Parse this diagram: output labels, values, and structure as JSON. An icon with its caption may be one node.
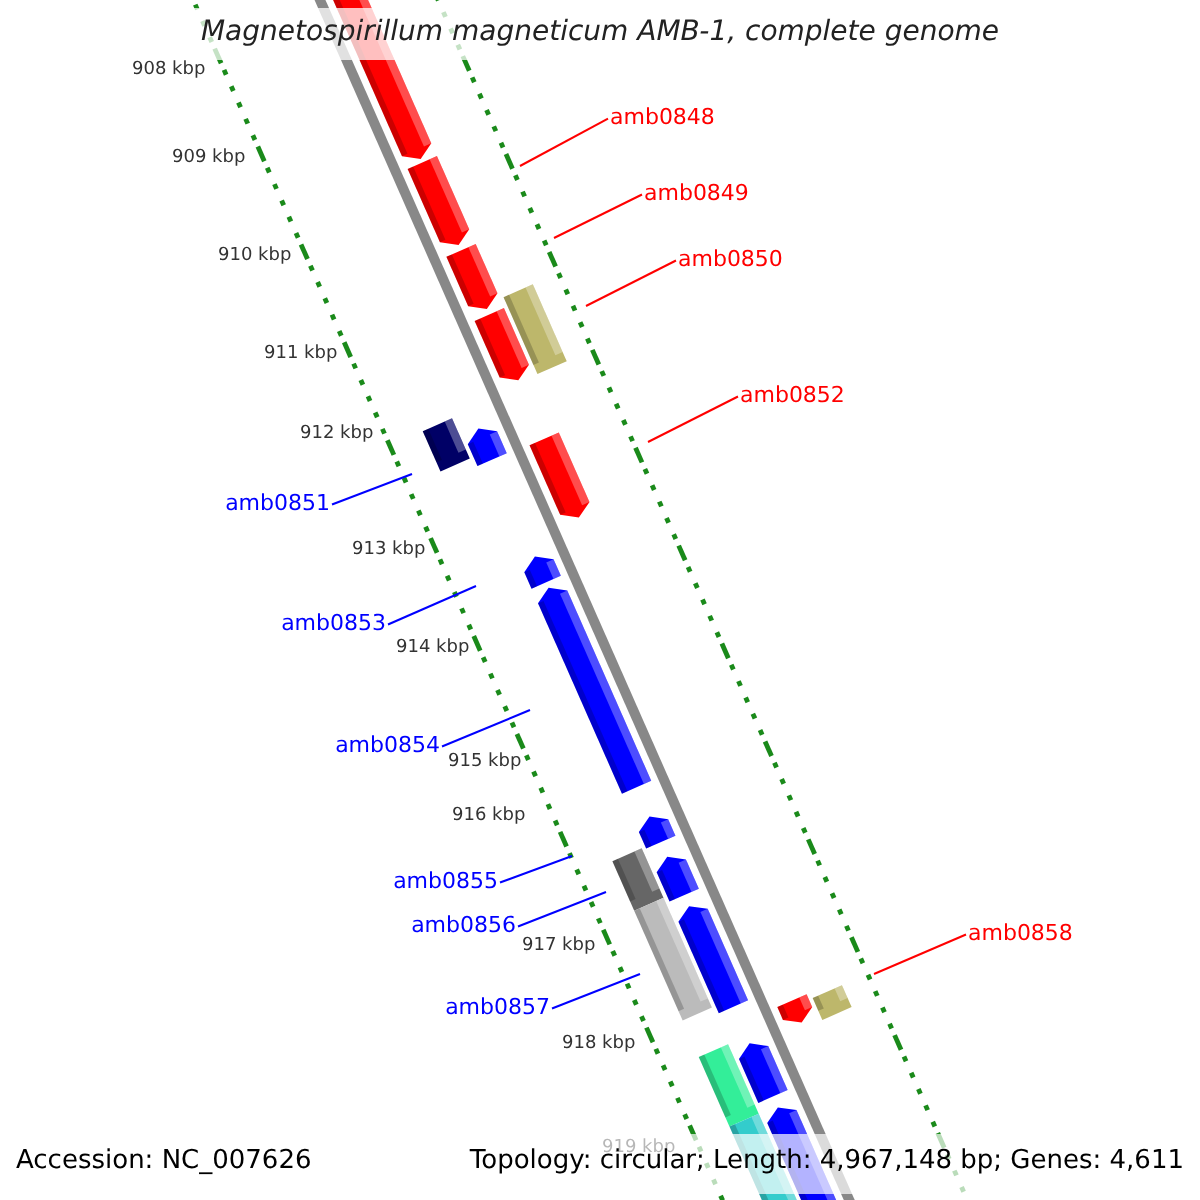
{
  "diagram": {
    "title": "Magnetospirillum magneticum AMB-1, complete genome",
    "nodes": [
      {
        "text": [
          "amb0848"
        ]
      },
      {
        "text": [
          "amb0849"
        ]
      },
      {
        "text": [
          "amb0850"
        ]
      },
      {
        "text": [
          "amb0852"
        ]
      },
      {
        "text": [
          "amb0851"
        ]
      },
      {
        "text": [
          "amb0853"
        ]
      },
      {
        "text": [
          "amb0854"
        ]
      },
      {
        "text": [
          "amb0855"
        ]
      },
      {
        "text": [
          "amb0856"
        ]
      },
      {
        "text": [
          "amb0858"
        ]
      },
      {
        "text": [
          "amb0857"
        ]
      }
    ],
    "edges": [
      {
        "from": 0,
        "to": null,
        "arrow": "none",
        "color": "#ff0000"
      },
      {
        "from": 1,
        "to": null,
        "arrow": "none",
        "color": "#ff0000"
      },
      {
        "from": 2,
        "to": null,
        "arrow": "none",
        "color": "#ff0000"
      },
      {
        "from": 3,
        "to": null,
        "arrow": "none",
        "color": "#ff0000"
      },
      {
        "from": 4,
        "to": null,
        "arrow": "none"
      },
      {
        "from": 5,
        "to": null,
        "arrow": "none"
      },
      {
        "from": 6,
        "to": null,
        "arrow": "none"
      },
      {
        "from": 7,
        "to": null,
        "arrow": "none"
      },
      {
        "from": 8,
        "to": null,
        "arrow": "none"
      },
      {
        "from": 9,
        "to": null,
        "arrow": "none",
        "color": "#ff0000"
      },
      {
        "from": 10,
        "to": null,
        "arrow": "none"
      }
    ],
    "labels": [
      "908 kbp",
      "909 kbp",
      "910 kbp",
      "911 kbp",
      "912 kbp",
      "913 kbp",
      "914 kbp",
      "915 kbp",
      "916 kbp",
      "917 kbp",
      "918 kbp",
      "919 kbp",
      "Accession: NC_007626",
      "Topology: circular; Length: 4,967,148 bp; Genes: 4,611"
    ]
  }
}
